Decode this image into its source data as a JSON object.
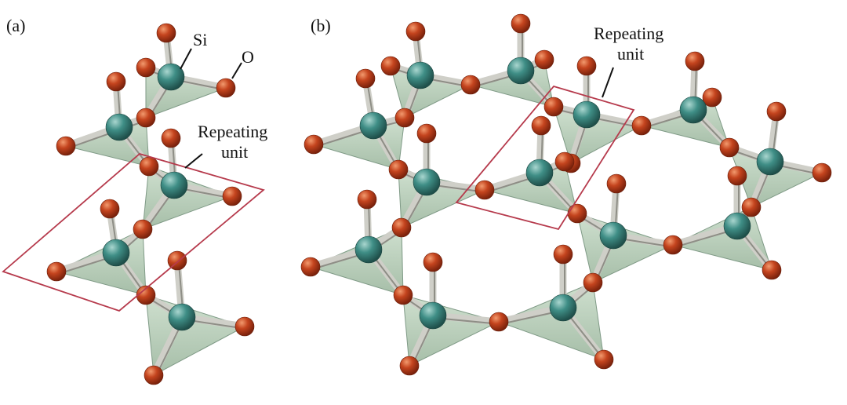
{
  "panels": [
    {
      "id": "a",
      "label": "(a)"
    },
    {
      "id": "b",
      "label": "(b)"
    }
  ],
  "atom_labels": {
    "silicon": "Si",
    "oxygen": "O"
  },
  "repeating_unit": {
    "line1": "Repeating",
    "line2": "unit"
  },
  "colors": {
    "silicon": "#3f8e86",
    "oxygen": "#c4441e",
    "tetrahedron": "#b9cdb9",
    "unit_box": "#b63a4c"
  }
}
